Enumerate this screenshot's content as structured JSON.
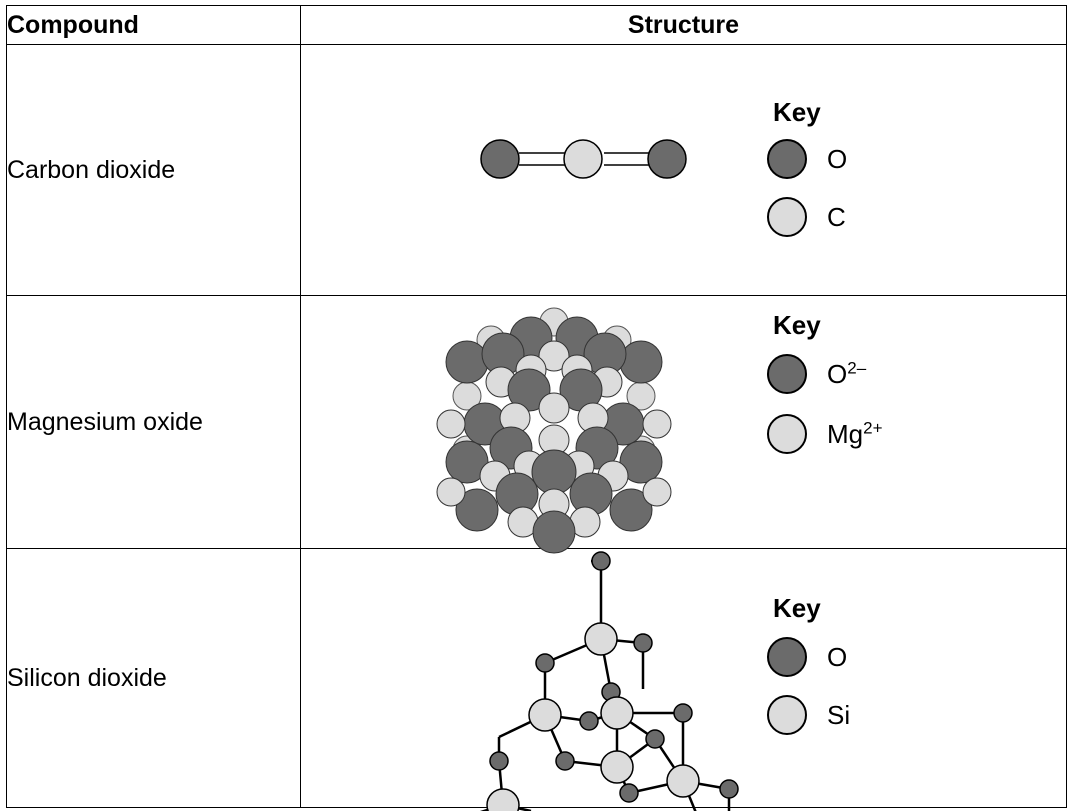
{
  "table": {
    "headers": {
      "compound": "Compound",
      "structure": "Structure"
    },
    "rows": [
      {
        "name": "Carbon dioxide",
        "key_title": "Key",
        "key": [
          {
            "symbol": "O",
            "sup": "",
            "shade": "dark"
          },
          {
            "symbol": "C",
            "sup": "",
            "shade": "light"
          }
        ]
      },
      {
        "name": "Magnesium oxide",
        "key_title": "Key",
        "key": [
          {
            "symbol": "O",
            "sup": "2–",
            "shade": "dark"
          },
          {
            "symbol": "Mg",
            "sup": "2+",
            "shade": "light"
          }
        ]
      },
      {
        "name": "Silicon dioxide",
        "key_title": "Key",
        "key": [
          {
            "symbol": "O",
            "sup": "",
            "shade": "dark"
          },
          {
            "symbol": "Si",
            "sup": "",
            "shade": "light"
          }
        ]
      }
    ]
  },
  "colors": {
    "dark_atom": "#6b6b6b",
    "light_atom": "#dcdcdc",
    "line": "#000000"
  }
}
